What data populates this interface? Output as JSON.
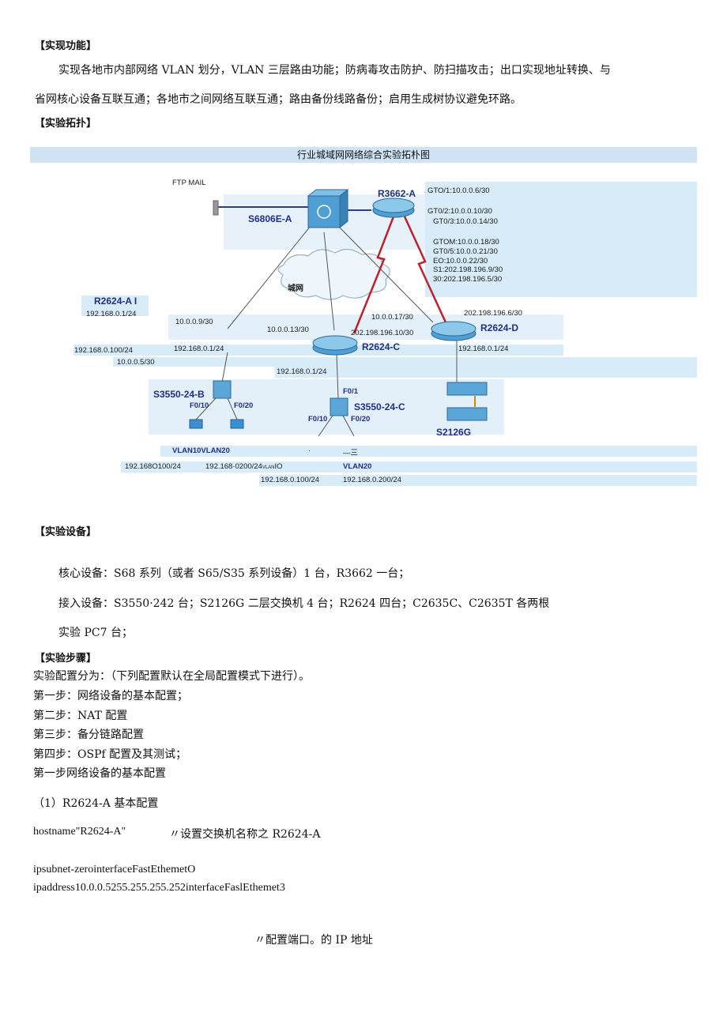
{
  "section1": {
    "heading": "【实现功能】",
    "line1": "实现各地市内部网络 VLAN 划分，VLAN 三层路由功能；防病毒攻击防护、防扫描攻击；出口实现地址转换、与",
    "line2": "省网核心设备互联互通；各地市之间网络互联互通；路由备份线路备份；启用生成树协议避免环路。"
  },
  "section2": {
    "heading": "【实验拓扑】"
  },
  "topology": {
    "title": "行业城域网网络综合实验拓朴图",
    "devices": {
      "s6806": "S6806E-A",
      "r3662": "R3662-A",
      "r2624a": "R2624-A I",
      "r2624c": "R2624-C",
      "r2624d": "R2624-D",
      "s3550b": "S3550-24-B",
      "s3550c": "S3550-24-C",
      "s2126": "S2126G"
    },
    "labels": {
      "ftp": "FTP MAIL",
      "cloud": "城网",
      "gt01": "GTO/1:10.0.0.6/30",
      "gt02": "GT0/2:10.0.0.10/30",
      "gt03": "GT0/3:10.0.0.14/30",
      "gtom": "GTOM:10.0.0.18/30",
      "gt05": "GT0/5:10.0.0.21/30",
      "eo": "EO:10.0.0.22/30",
      "s1": "S1:202.198.196.9/30",
      "s30": "30:202.198.196.5/30",
      "a_ip1": "192.168.0.1/24",
      "a_ip100": "192.168.0.100/24",
      "ip009": "10.0.0.9/30",
      "ip013": "10.0.0.13/30",
      "ip017": "10.0.0.17/30",
      "ip196_10": "202.198.196.10/30",
      "ip196_6": "202.198.196.6/30",
      "b_ip1": "192.168.0.1/24",
      "d_ip1": "192.168.0.1/24",
      "ip005": "10.0.0.5/30",
      "c_ip1": "192.168.0.1/24",
      "f01": "F0/1",
      "b_f010": "F0/10",
      "b_f020": "F0/20",
      "c_f010": "F0/10",
      "c_f020": "F0/20",
      "vlan_b": "VLAN10VLAN20",
      "dot": "·",
      "dash": "—三",
      "b_pc1": "192.168O100/24",
      "b_pc2": "192.168·0200/24",
      "vlan_small": "VLAN",
      "io": "IO",
      "vlan20": "VLAN20",
      "c_pc1": "192.168.0.100/24",
      "c_pc2": "192.168.0.200/24"
    }
  },
  "section3": {
    "heading": "【实验设备】",
    "line1": "核心设备：S68 系列（或者 S65/S35 系列设备）1 台，R3662 一台；",
    "line2": "接入设备：S3550·242 台；S2126G 二层交换机 4 台；R2624 四台；C2635C、C2635T 各两根",
    "line3": "实验 PC7 台；"
  },
  "section4": {
    "heading": "【实验步骤】",
    "intro": "实验配置分为：（下列配置默认在全局配置模式下进行）。",
    "step1": "第一步：网络设备的基本配置；",
    "step2": "第二步：NAT 配置",
    "step3": "第三步：备分链路配置",
    "step4": "第四步：OSPf 配置及其测试；",
    "step1b": "第一步网络设备的基本配置",
    "sub1": "（1）R2624-A 基本配置",
    "code1": "hostname\"R2624-A\"",
    "comment1": "〃设置交换机名称之 R2624-A",
    "code2": "ipsubnet-zerointerfaceFastEthemetO",
    "code3": "ipaddress10.0.0.5255.255.255.252interfaceFaslEthemet3",
    "comment2": "〃配置端口。的 IP 地址"
  }
}
